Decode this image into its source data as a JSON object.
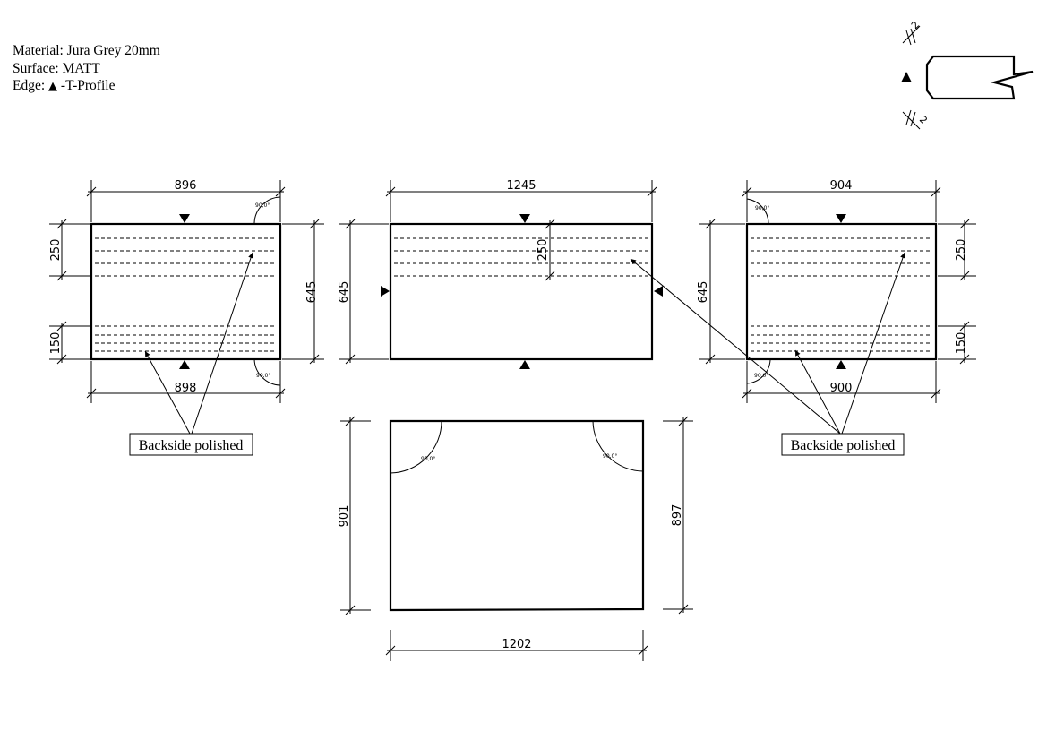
{
  "spec": {
    "material": "Material: Jura Grey 20mm",
    "surface": "Surface: MATT",
    "edge_prefix": "Edge:",
    "edge_symbol": "▲",
    "edge_suffix": "-T-Profile"
  },
  "profile": {
    "chamfer_top": "2",
    "chamfer_bottom": "2"
  },
  "angle_label": "90,0°",
  "callouts": {
    "left": "Backside polished",
    "right": "Backside polished"
  },
  "panels": {
    "left": {
      "top_width": "896",
      "bottom_width": "898",
      "height": "645",
      "band_top": "250",
      "band_bottom": "150"
    },
    "center": {
      "width": "1245",
      "height": "645",
      "band": "250"
    },
    "right": {
      "top_width": "904",
      "bottom_width": "900",
      "height": "645",
      "band_top": "250",
      "band_bottom": "150"
    },
    "bottom": {
      "width": "1202",
      "left_height": "901",
      "right_height": "897"
    }
  }
}
